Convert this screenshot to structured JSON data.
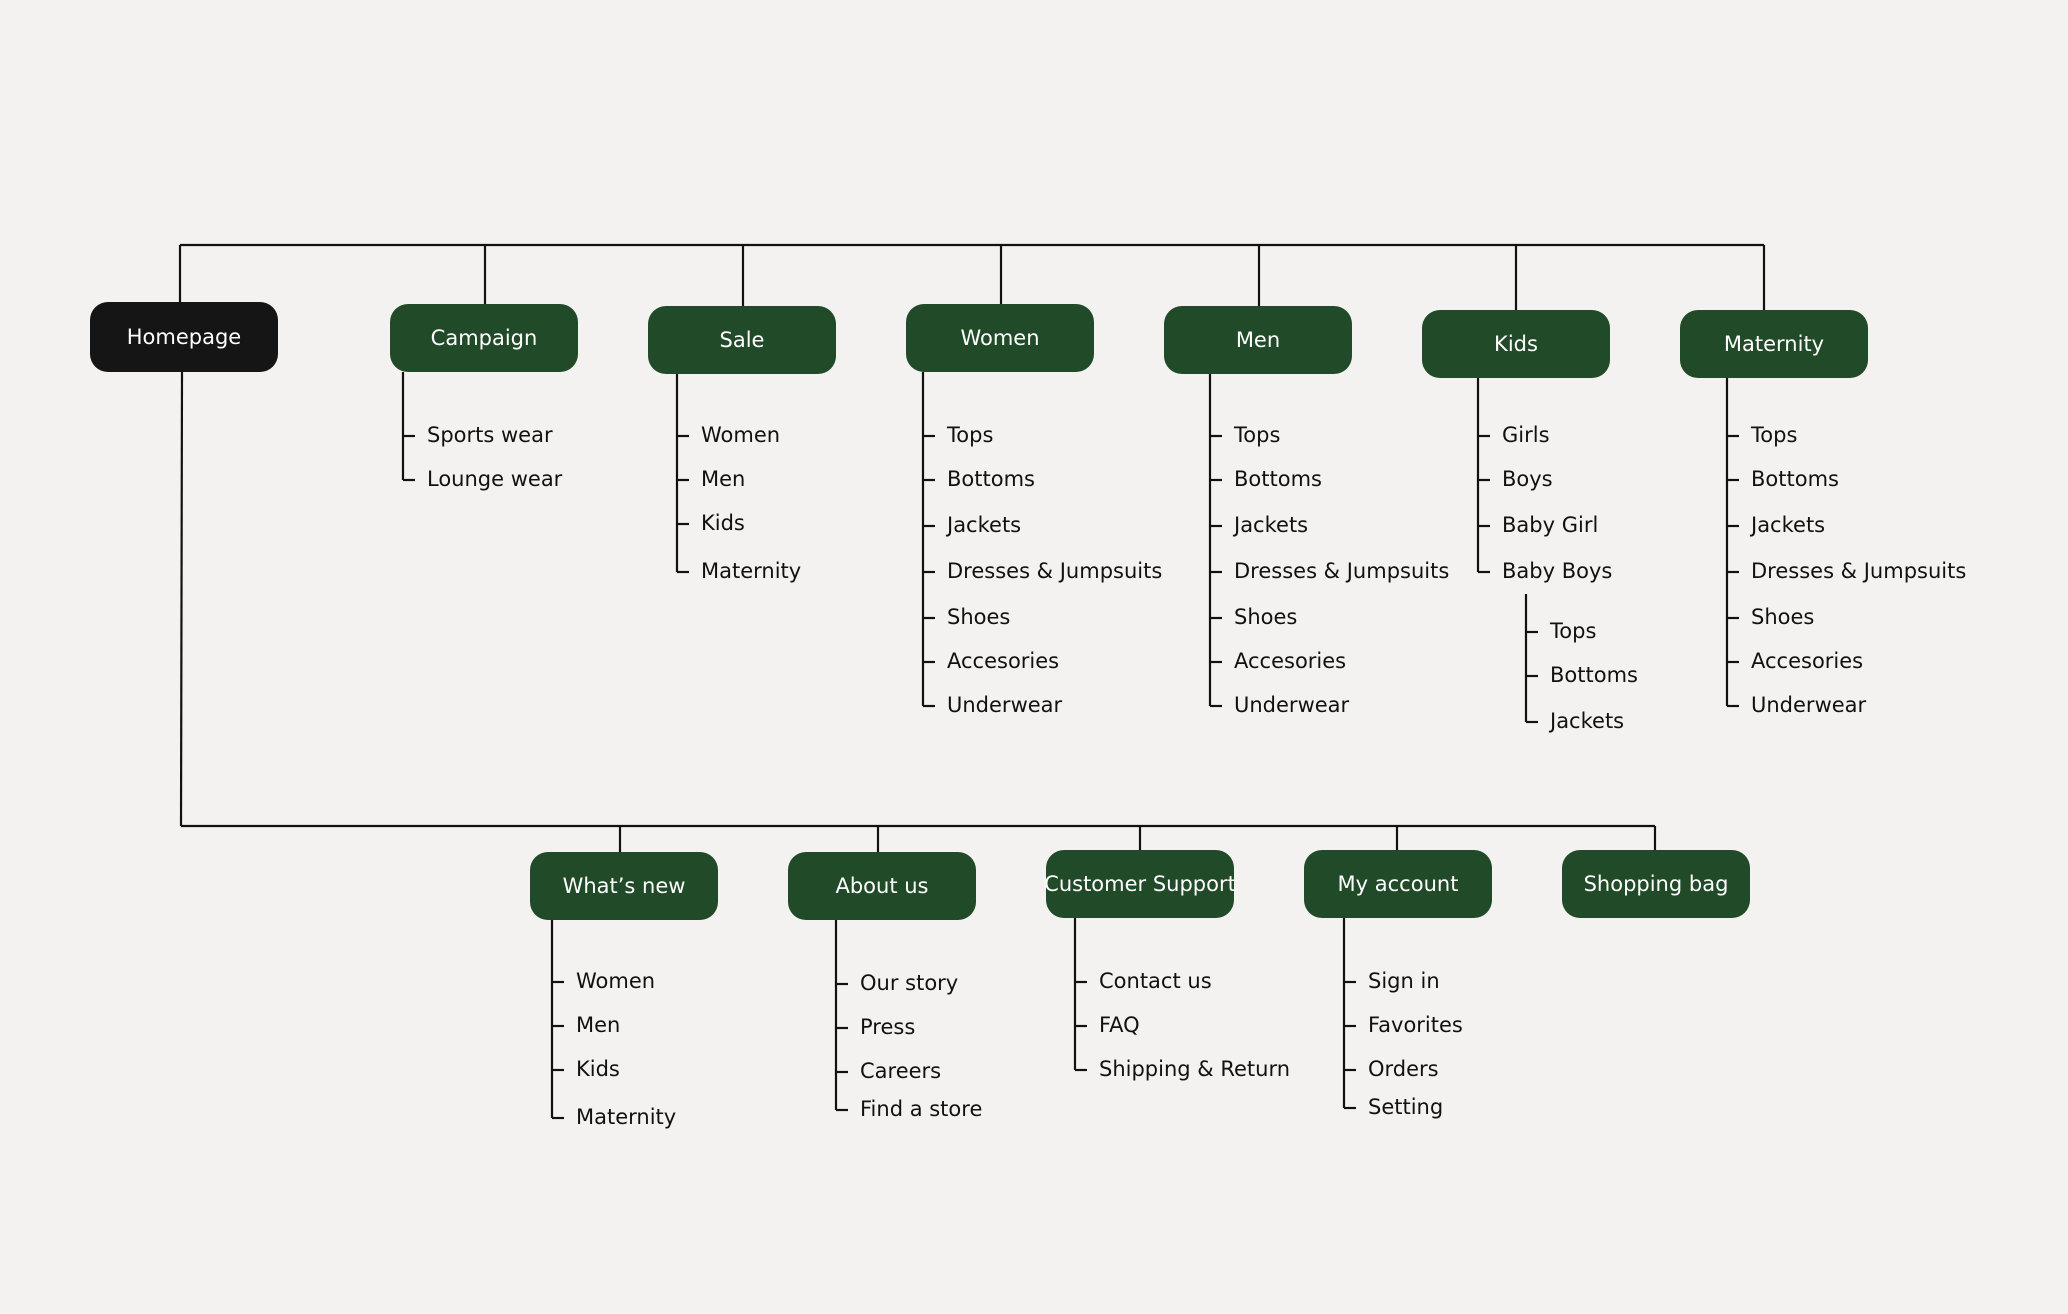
{
  "colors": {
    "background": "#f3f2f0",
    "node": "#214a28",
    "root": "#151515",
    "line": "#111111"
  },
  "root": {
    "label": "Homepage"
  },
  "top_sections": [
    {
      "label": "Campaign",
      "items": [
        "Sports wear",
        "Lounge wear"
      ]
    },
    {
      "label": "Sale",
      "items": [
        "Women",
        "Men",
        "Kids",
        "Maternity"
      ]
    },
    {
      "label": "Women",
      "items": [
        "Tops",
        "Bottoms",
        "Jackets",
        "Dresses & Jumpsuits",
        "Shoes",
        "Accesories",
        "Underwear"
      ]
    },
    {
      "label": "Men",
      "items": [
        "Tops",
        "Bottoms",
        "Jackets",
        "Dresses & Jumpsuits",
        "Shoes",
        "Accesories",
        "Underwear"
      ]
    },
    {
      "label": "Kids",
      "items": [
        "Girls",
        "Boys",
        "Baby Girl",
        "Baby Boys"
      ],
      "baby_boys_items": [
        "Tops",
        "Bottoms",
        "Jackets"
      ]
    },
    {
      "label": "Maternity",
      "items": [
        "Tops",
        "Bottoms",
        "Jackets",
        "Dresses & Jumpsuits",
        "Shoes",
        "Accesories",
        "Underwear"
      ]
    }
  ],
  "bottom_sections": [
    {
      "label": "What’s new",
      "items": [
        "Women",
        "Men",
        "Kids",
        "Maternity"
      ]
    },
    {
      "label": "About us",
      "items": [
        "Our story",
        "Press",
        "Careers",
        "Find a store"
      ]
    },
    {
      "label": "Customer Support",
      "items": [
        "Contact us",
        "FAQ",
        "Shipping & Return"
      ]
    },
    {
      "label": "My account",
      "items": [
        "Sign in",
        "Favorites",
        "Orders",
        "Setting"
      ]
    },
    {
      "label": "Shopping bag",
      "items": []
    }
  ]
}
